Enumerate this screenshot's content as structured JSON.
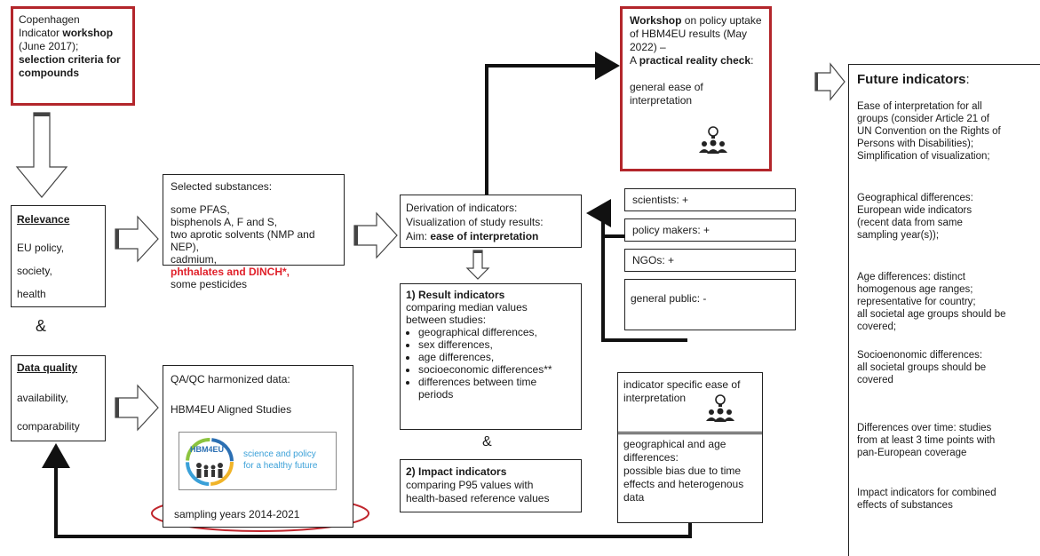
{
  "copenhagen": {
    "l1": "Copenhagen",
    "l2a": "Indicator ",
    "l2b": "workshop",
    "l3": "(June 2017);",
    "l4": "selection criteria for",
    "l5": "compounds"
  },
  "relevance": {
    "title": "Relevance",
    "items": [
      "EU policy,",
      "society,",
      "health"
    ]
  },
  "ampersand": "&",
  "data_quality": {
    "title": "Data quality",
    "items": [
      "availability,",
      "comparability"
    ]
  },
  "substances": {
    "title": "Selected substances:",
    "lines": [
      "some PFAS,",
      "bisphenols A, F and S,",
      "two aprotic solvents (NMP and",
      "NEP),",
      "cadmium,"
    ],
    "highlight": "phthalates and DINCH*,",
    "last": "some pesticides",
    "highlight_color": "#e0202a"
  },
  "qaqc": {
    "title": "QA/QC harmonized data:",
    "studies": "HBM4EU Aligned Studies",
    "logo_name": "HBM4EU",
    "logo_tag1": "science and policy",
    "logo_tag2": "for a healthy future",
    "years": "sampling years 2014-2021"
  },
  "derivation": {
    "l1": "Derivation of indicators:",
    "l2": "Visualization of study results:",
    "l3a": "Aim: ",
    "l3b": "ease of interpretation"
  },
  "result_ind": {
    "title": "1) Result indicators",
    "desc1": "comparing median values",
    "desc2": "between studies:",
    "bullets": [
      "geographical differences,",
      "sex differences,",
      "age differences,",
      "socioeconomic differences**",
      "differences between time"
    ],
    "cont": "periods"
  },
  "ampersand2": "&",
  "impact_ind": {
    "title": "2) Impact indicators",
    "l1": "comparing P95 values with",
    "l2": "health-based reference values"
  },
  "workshop": {
    "l1b": "Workshop",
    "l1": " on policy uptake",
    "l2": "of HBM4EU results (May",
    "l3": "2022) –",
    "l4a": "A ",
    "l4b": "practical reality check",
    "l4c": ":",
    "l5": "general ease of",
    "l6": "interpretation"
  },
  "audience": [
    {
      "label": "scientists:   +"
    },
    {
      "label": "policy makers:   +"
    },
    {
      "label": "NGOs: +"
    },
    {
      "label": "general public:   -"
    }
  ],
  "specific": {
    "l1": "indicator specific ease of",
    "l2": "interpretation",
    "b1": "geographical and age",
    "b2": "differences:",
    "b3": "possible bias due to time",
    "b4": "effects and heterogenous",
    "b5": "data"
  },
  "future": {
    "title": "Future indicators",
    "colon": ":",
    "p1": [
      "Ease of interpretation for all",
      "groups (consider Article 21 of",
      "UN Convention on the Rights of",
      "Persons with Disabilities);",
      "Simplification of visualization;"
    ],
    "p2": [
      "Geographical differences:",
      "European wide indicators",
      "(recent data from same",
      "sampling year(s));"
    ],
    "p3": [
      "Age differences: distinct",
      "homogenous age ranges;",
      "representative for country;",
      "all societal age groups should be",
      "covered;"
    ],
    "p4": [
      "Socioenonomic differences:",
      "all societal groups should be",
      "covered"
    ],
    "p5": [
      "Differences over time: studies",
      "from at least 3 time points with",
      "pan-European coverage"
    ],
    "p6": [
      "Impact indicators for combined",
      "effects of substances"
    ]
  },
  "colors": {
    "red_border": "#b3262b",
    "line": "#222222"
  }
}
